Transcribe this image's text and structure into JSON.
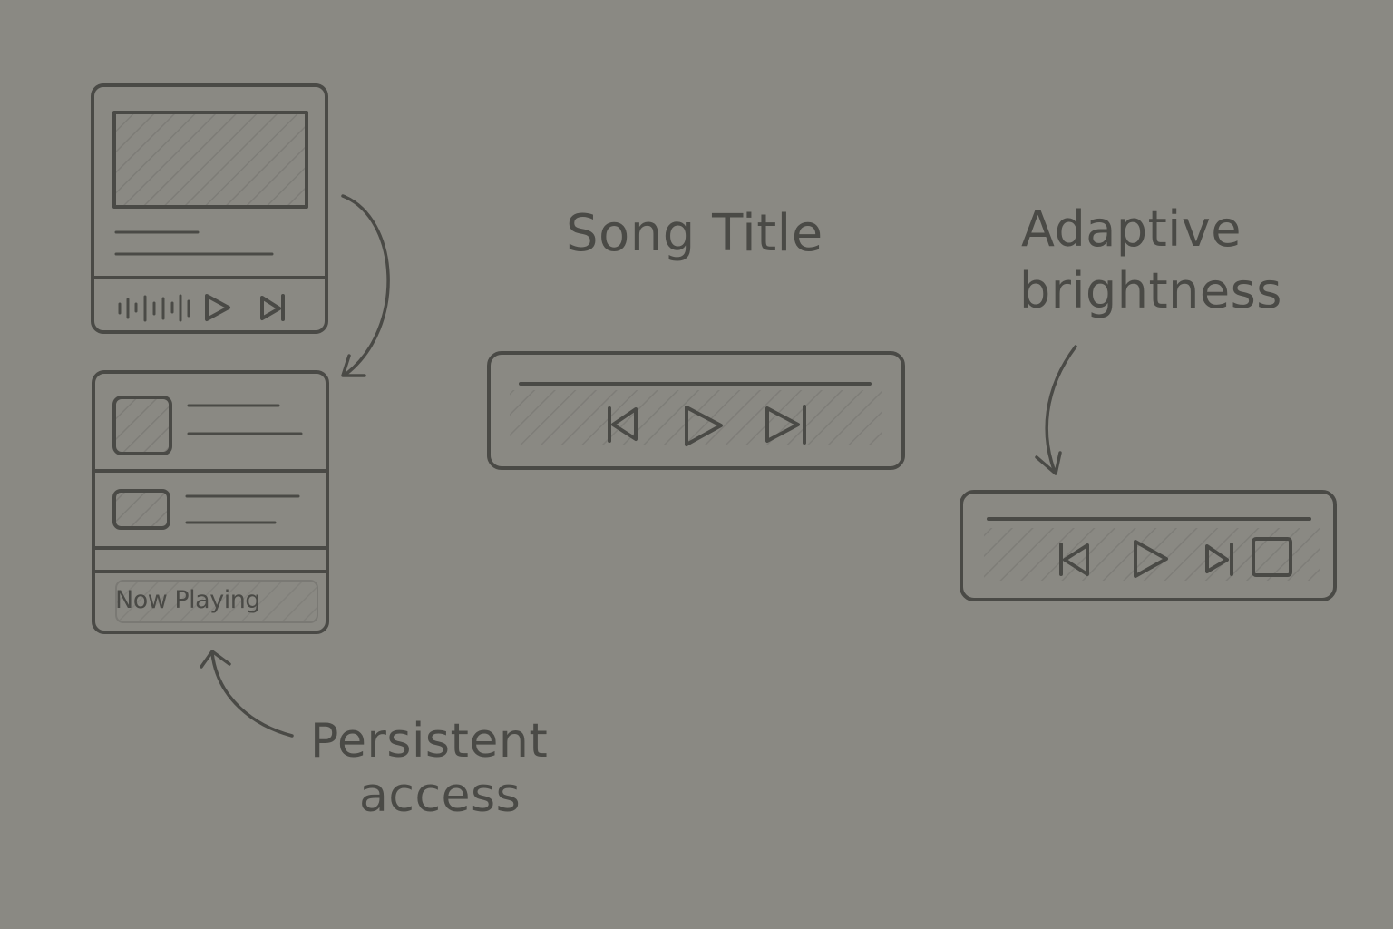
{
  "canvas": {
    "background": "#8a8983",
    "stroke": "#4a4a46",
    "hatch": "#7a7974"
  },
  "annotations": {
    "song_title": "Song Title",
    "adaptive_line1": "Adaptive",
    "adaptive_line2": "brightness",
    "persistent_line1": "Persistent",
    "persistent_line2": "access"
  },
  "phone_top": {
    "artwork": "album-art-placeholder",
    "text_lines": 2,
    "controls": [
      "waveform-icon",
      "play-icon",
      "skip-next-icon"
    ]
  },
  "phone_bottom": {
    "list_items": [
      {
        "thumb": "thumbnail-placeholder",
        "lines": 2
      },
      {
        "thumb": "thumbnail-placeholder",
        "lines": 2
      }
    ],
    "now_playing_label": "Now Playing"
  },
  "player_bar_large": {
    "controls": [
      "skip-previous-icon",
      "play-icon",
      "skip-next-icon"
    ]
  },
  "player_bar_small": {
    "controls": [
      "skip-previous-icon",
      "play-icon",
      "skip-next-icon",
      "stop-icon"
    ]
  },
  "arrows": [
    "top-to-bottom-arrow",
    "persistent-access-arrow",
    "adaptive-brightness-arrow"
  ]
}
